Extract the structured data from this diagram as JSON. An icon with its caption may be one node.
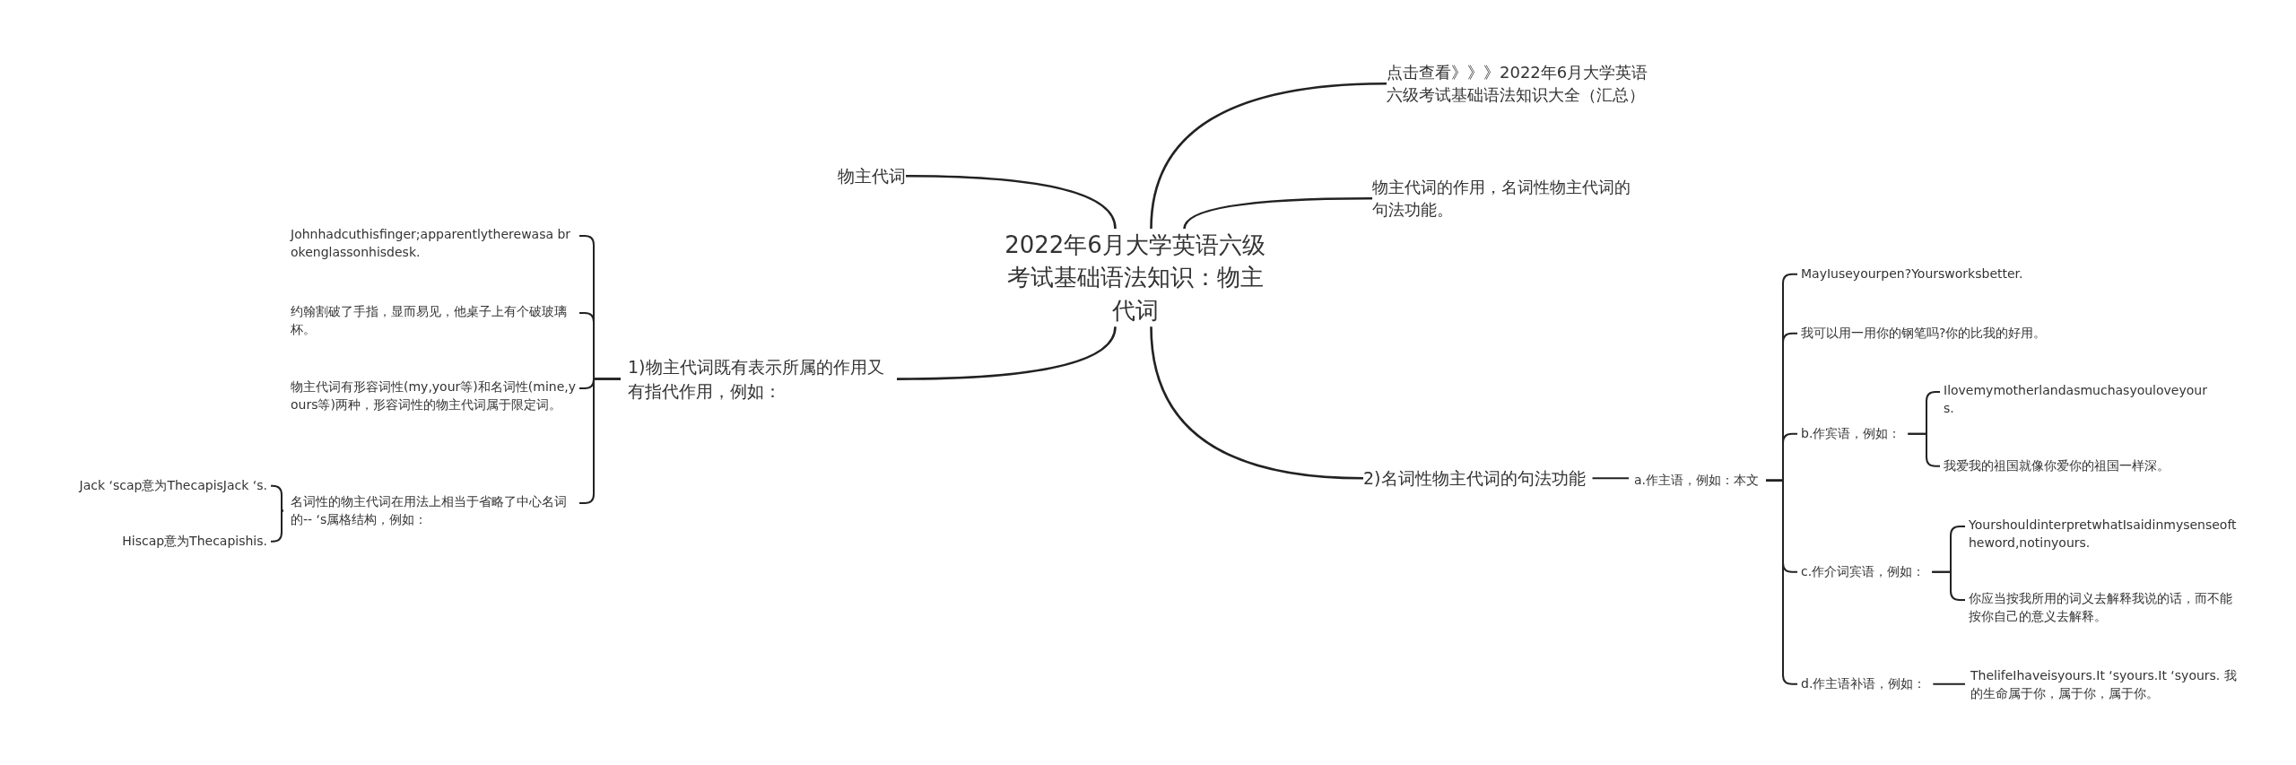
{
  "diagram": {
    "nodes": [
      {
        "text": [
          "2022年6月大学英语六级考试基础语法知识：物主代词"
        ]
      },
      {
        "text": [
          "物主代词"
        ]
      },
      {
        "text": [
          "1)物主代词既有表示所属的作用又有指代作用，例如："
        ]
      },
      {
        "text": [
          "点击查看》》》2022年6月大学英语六级考试基础语法知识大全（汇总）"
        ]
      },
      {
        "text": [
          "物主代词的作用，名词性物主代词的句法功能。"
        ]
      },
      {
        "text": [
          "2)名词性物主代词的句法功能"
        ]
      },
      {
        "text": [
          "a.作主语，例如：本文"
        ]
      },
      {
        "text": [
          "MayIuseyourpen?Yoursworksbetter."
        ]
      },
      {
        "text": [
          "我可以用一用你的钢笔吗?你的比我的好用。"
        ]
      },
      {
        "text": [
          "b.作宾语，例如："
        ]
      },
      {
        "text": [
          "Ilovemymotherlandasmuchasyouloveyours."
        ]
      },
      {
        "text": [
          "我爱我的祖国就像你爱你的祖国一样深。"
        ]
      },
      {
        "text": [
          "c.作介词宾语，例如："
        ]
      },
      {
        "text": [
          "YourshouldinterpretwhatIsaidinmysenseoftheword,notinyours."
        ]
      },
      {
        "text": [
          "你应当按我所用的词义去解释我说的话，而不能按你自己的意义去解释。"
        ]
      },
      {
        "text": [
          "d.作主语补语，例如："
        ]
      },
      {
        "text": [
          "ThelifeIhaveisyours.It ‘syours.It ‘syours. 我的生命属于你，属于你，属于你。"
        ]
      },
      {
        "text": [
          "Johnhadcuthisfinger;apparentlytherewasa brokenglassonhisdesk."
        ]
      },
      {
        "text": [
          "约翰割破了手指，显而易见，他桌子上有个破玻璃杯。"
        ]
      },
      {
        "text": [
          "物主代词有形容词性(my,your等)和名词性(mine,yours等)两种，形容词性的物主代词属于限定词。"
        ]
      },
      {
        "text": [
          "名词性的物主代词在用法上相当于省略了中心名词的-- ‘s属格结构，例如："
        ]
      },
      {
        "text": [
          "Jack ‘scap意为ThecapisJack ‘s."
        ]
      },
      {
        "text": [
          "Hiscap意为Thecapishis."
        ]
      }
    ],
    "edges": [
      {
        "from": 0,
        "to": 1,
        "arrow": "none"
      },
      {
        "from": 0,
        "to": 2,
        "arrow": "none"
      },
      {
        "from": 0,
        "to": 3,
        "arrow": "none"
      },
      {
        "from": 0,
        "to": 4,
        "arrow": "none"
      },
      {
        "from": 0,
        "to": 5,
        "arrow": "none"
      },
      {
        "from": 5,
        "to": 6,
        "arrow": "none"
      },
      {
        "from": 6,
        "to": 7,
        "arrow": "none"
      },
      {
        "from": 6,
        "to": 8,
        "arrow": "none"
      },
      {
        "from": 6,
        "to": 9,
        "arrow": "none"
      },
      {
        "from": 9,
        "to": 10,
        "arrow": "none"
      },
      {
        "from": 9,
        "to": 11,
        "arrow": "none"
      },
      {
        "from": 6,
        "to": 12,
        "arrow": "none"
      },
      {
        "from": 12,
        "to": 13,
        "arrow": "none"
      },
      {
        "from": 12,
        "to": 14,
        "arrow": "none"
      },
      {
        "from": 6,
        "to": 15,
        "arrow": "none"
      },
      {
        "from": 15,
        "to": 16,
        "arrow": "none"
      },
      {
        "from": 2,
        "to": 17,
        "arrow": "none"
      },
      {
        "from": 2,
        "to": 18,
        "arrow": "none"
      },
      {
        "from": 2,
        "to": 19,
        "arrow": "none"
      },
      {
        "from": 2,
        "to": 20,
        "arrow": "none"
      },
      {
        "from": 20,
        "to": 21,
        "arrow": "none"
      },
      {
        "from": 20,
        "to": 22,
        "arrow": "none"
      }
    ]
  }
}
